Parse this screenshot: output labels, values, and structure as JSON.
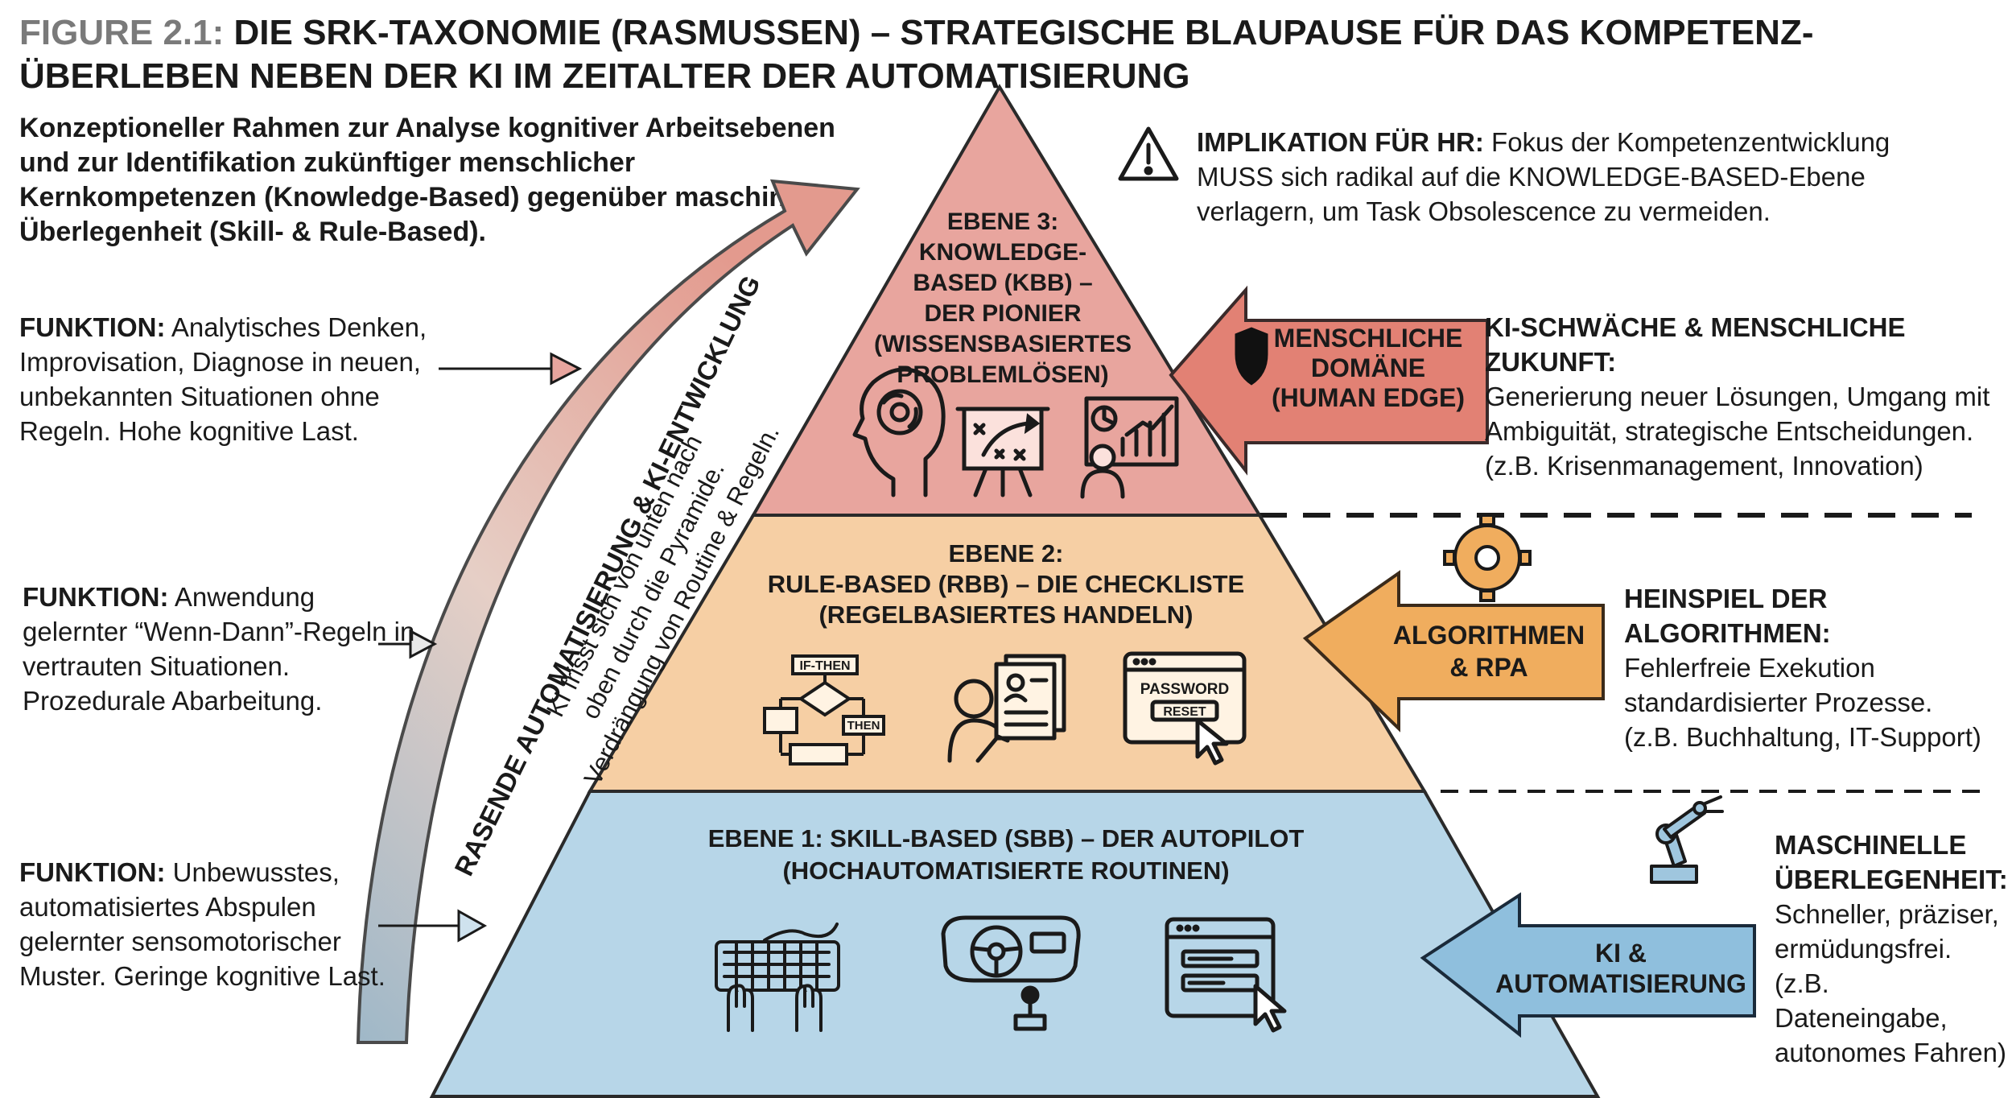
{
  "header": {
    "figure_label": "FIGURE 2.1:",
    "title": "DIE SRK-TAXONOMIE (RASMUSSEN) – STRATEGISCHE BLAUPAUSE FÜR DAS KOMPETENZ-ÜBERLEBEN NEBEN DER KI IM ZEITALTER DER AUTOMATISIERUNG",
    "subtitle": "Konzeptioneller Rahmen zur Analyse kognitiver Arbeitsebenen und zur Identifikation zukünftiger menschlicher Kernkompetenzen (Knowledge-Based) gegenüber maschineller Überlegenheit (Skill- & Rule-Based)."
  },
  "hr_note": {
    "label": "IMPLIKATION FÜR HR:",
    "text": "Fokus der Kompetenzentwicklung MUSS sich radikal auf die KNOWLEDGE-BASED-Ebene verlagern, um Task Obsolescence zu vermeiden."
  },
  "curved_arrow": {
    "label": "RASENDE AUTOMATISIERUNG & KI-ENTWICKLUNG",
    "note_lines": [
      "KI frisst sich von unten nach",
      "oben durch die Pyramide.",
      "Verdrängung von Routine & Regeln."
    ]
  },
  "levels": [
    {
      "id": "kbb",
      "title_lines": [
        "EBENE 3:",
        "KNOWLEDGE-",
        "BASED (KBB) –",
        "DER PIONIER",
        "(WISSENSBASIERTES",
        "PROBLEMLÖSEN)"
      ],
      "color": "#e8a59e",
      "icons": [
        "brain-head-icon",
        "strategy-board-icon",
        "analyst-presentation-icon"
      ],
      "function_label": "FUNKTION:",
      "function_text": "Analytisches Denken, Improvisation, Diagnose in neuen, unbekannten Situationen ohne Regeln. Hohe kognitive Last.",
      "side_arrow_lines": [
        "MENSCHLICHE",
        "DOMÄNE",
        "(HUMAN EDGE)"
      ],
      "side_arrow_color": "#e28174",
      "side_title": "KI-SCHWÄCHE & MENSCHLICHE ZUKUNFT:",
      "side_text": "Generierung neuer Lösungen, Umgang mit Ambiguität, strategische Entscheidungen. (z.B. Krisenmanagement, Innovation)"
    },
    {
      "id": "rbb",
      "title_lines": [
        "EBENE 2:",
        "RULE-BASED (RBB) – DIE CHECKLISTE",
        "(REGELBASIERTES HANDELN)"
      ],
      "color": "#f6cfa4",
      "icons": [
        "flowchart-icon",
        "person-document-icon",
        "password-reset-icon"
      ],
      "icon_texts": {
        "if_then": "IF-THEN",
        "then": "THEN",
        "password": "PASSWORD",
        "reset": "RESET"
      },
      "function_label": "FUNKTION:",
      "function_text": "Anwendung gelernter “Wenn-Dann”-Regeln in vertrauten Situationen. Prozedurale Abarbeitung.",
      "side_arrow_lines": [
        "ALGORITHMEN",
        "& RPA"
      ],
      "side_arrow_color": "#f0ad5e",
      "side_title": "HEINSPIEL DER ALGORITHMEN:",
      "side_text": "Fehlerfreie Exekution standardisierter Prozesse. (z.B. Buchhaltung, IT-Support)"
    },
    {
      "id": "sbb",
      "title_lines": [
        "EBENE 1: SKILL-BASED (SBB) – DER AUTOPILOT",
        "(HOCHAUTOMATISIERTE ROUTINEN)"
      ],
      "color": "#b7d6e8",
      "icons": [
        "keyboard-hands-icon",
        "steering-wheel-icon",
        "data-entry-window-icon"
      ],
      "function_label": "FUNKTION:",
      "function_text": "Unbewusstes, automatisiertes Abspulen gelernter sensomotorischer Muster. Geringe kognitive Last.",
      "side_arrow_lines": [
        "KI &",
        "AUTOMATISIERUNG"
      ],
      "side_arrow_color": "#8fbfdd",
      "side_title_lines": [
        "MASCHINELLE",
        "ÜBERLEGENHEIT:"
      ],
      "side_text": "Schneller, präziser, ermüdungsfrei. (z.B. Dateneingabe, autonomes Fahren)"
    }
  ]
}
